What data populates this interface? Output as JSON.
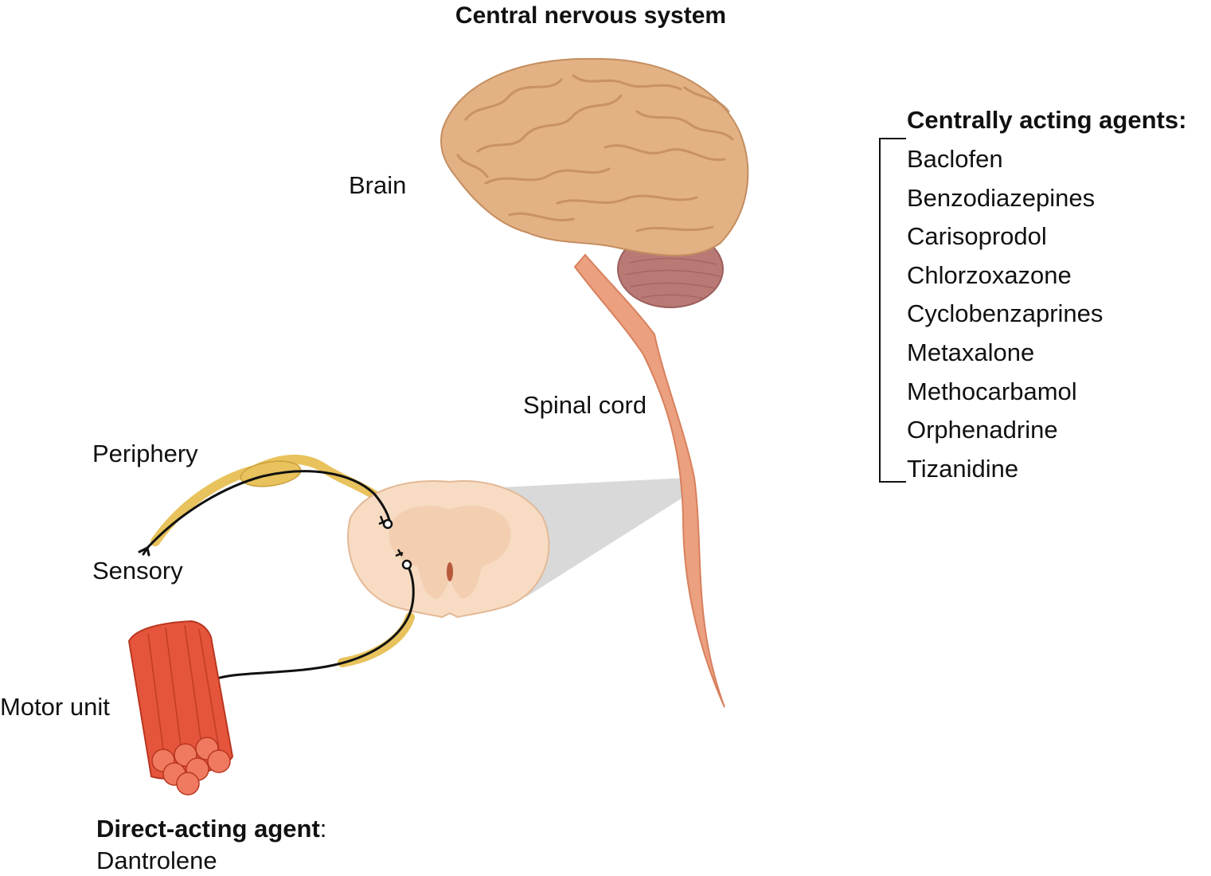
{
  "title": "Central nervous system",
  "labels": {
    "brain": "Brain",
    "spinal_cord": "Spinal cord",
    "periphery": "Periphery",
    "sensory": "Sensory",
    "motor_unit": "Motor unit"
  },
  "central_agents": {
    "heading": "Centrally acting agents:",
    "items": [
      "Baclofen",
      "Benzodiazepines",
      "Carisoprodol",
      "Chlorzoxazone",
      "Cyclobenzaprines",
      "Metaxalone",
      "Methocarbamol",
      "Orphenadrine",
      "Tizanidine"
    ]
  },
  "direct_agent": {
    "heading": "Direct-acting agent",
    "separator": ":",
    "drug": "Dantrolene"
  },
  "colors": {
    "brain": "#e2b184",
    "brain_folds": "#c48d5f",
    "cerebellum": "#b97a76",
    "spinal_cord": "#eba07f",
    "cord_section": "#f7dcc3",
    "nerve": "#e8c25c",
    "muscle": "#e5553c"
  }
}
